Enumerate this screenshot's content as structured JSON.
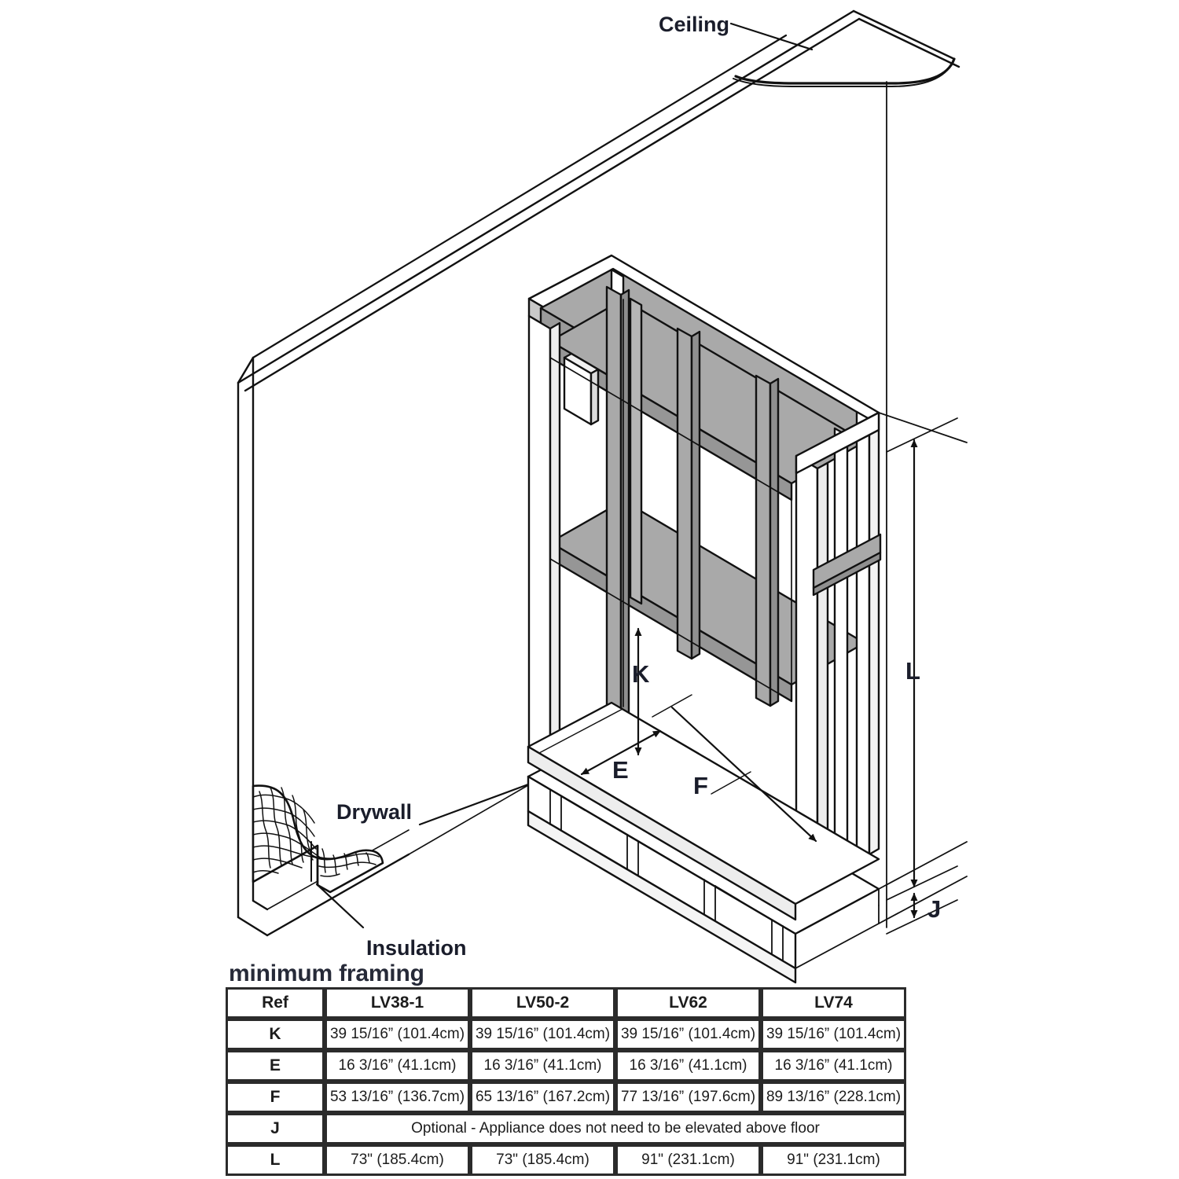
{
  "diagram": {
    "callouts": [
      {
        "key": "ceiling",
        "label": "Ceiling"
      },
      {
        "key": "drywall",
        "label": "Drywall"
      },
      {
        "key": "insulation",
        "label": "Insulation"
      }
    ],
    "dimension_labels": [
      {
        "key": "K",
        "label": "K"
      },
      {
        "key": "E",
        "label": "E"
      },
      {
        "key": "F",
        "label": "F"
      },
      {
        "key": "L",
        "label": "L"
      },
      {
        "key": "J",
        "label": "J"
      }
    ],
    "colors": {
      "line": "#1a1a1a",
      "framing_fill": "#a9a9a9",
      "framing_fill_light": "#c8c8c8",
      "label_text": "#1a1d2b",
      "background": "#ffffff"
    }
  },
  "table": {
    "title": "minimum framing",
    "headers": [
      "Ref",
      "LV38-1",
      "LV50-2",
      "LV62",
      "LV74"
    ],
    "rows": [
      {
        "ref": "K",
        "span": false,
        "values": [
          "39 15/16” (101.4cm)",
          "39 15/16” (101.4cm)",
          "39 15/16” (101.4cm)",
          "39 15/16” (101.4cm)"
        ]
      },
      {
        "ref": "E",
        "span": false,
        "values": [
          "16 3/16” (41.1cm)",
          "16 3/16” (41.1cm)",
          "16 3/16” (41.1cm)",
          "16 3/16”  (41.1cm)"
        ]
      },
      {
        "ref": "F",
        "span": false,
        "values": [
          "53 13/16” (136.7cm)",
          "65 13/16” (167.2cm)",
          "77 13/16” (197.6cm)",
          "89 13/16”  (228.1cm)"
        ]
      },
      {
        "ref": "J",
        "span": true,
        "span_value": "Optional - Appliance does not need to be elevated above floor",
        "values": []
      },
      {
        "ref": "L",
        "span": false,
        "values": [
          "73\" (185.4cm)",
          "73\" (185.4cm)",
          "91\" (231.1cm)",
          "91\" (231.1cm)"
        ]
      }
    ]
  }
}
